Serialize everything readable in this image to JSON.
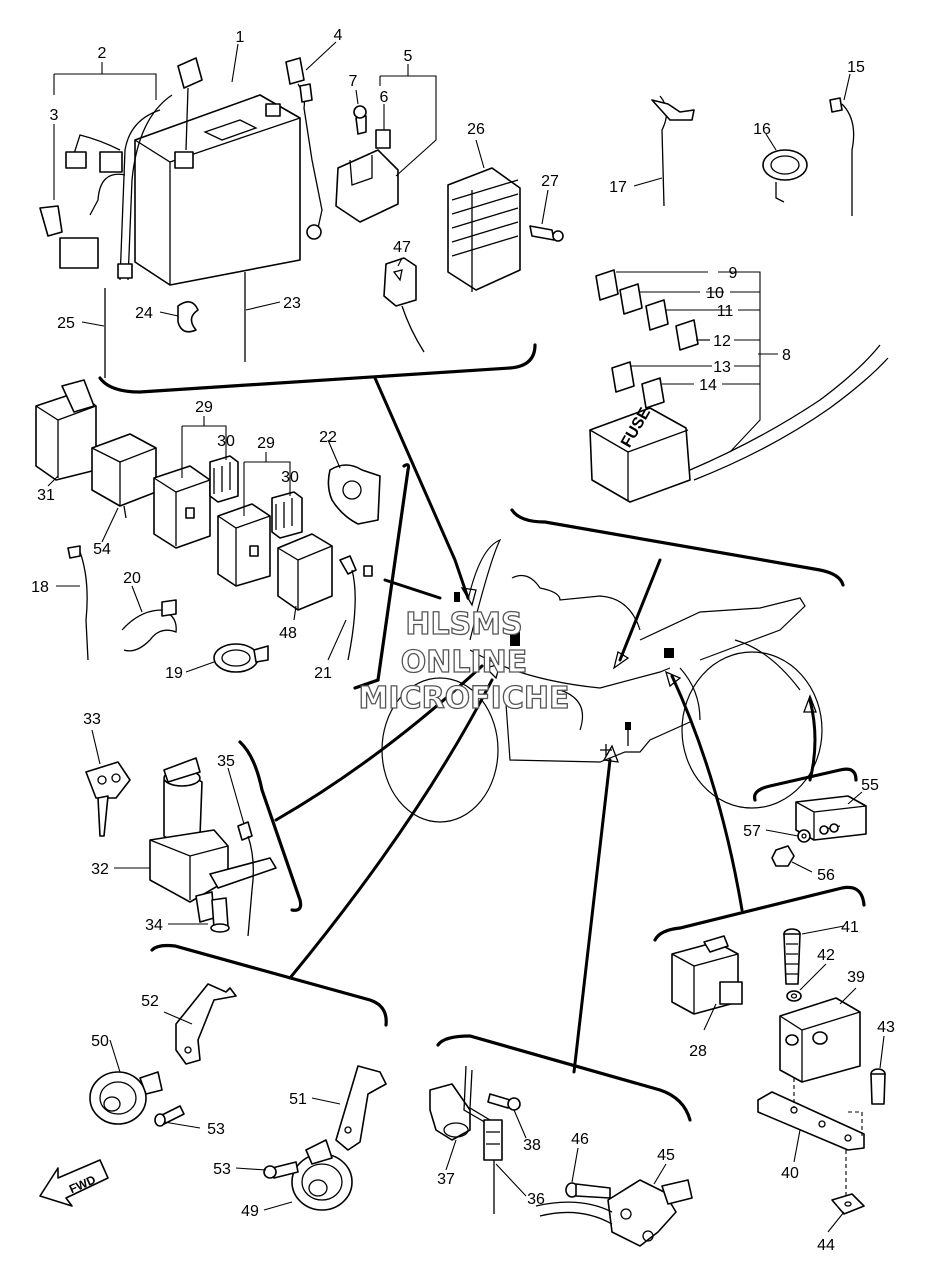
{
  "watermark": {
    "line1": "HLSMS",
    "line2": "ONLINE",
    "line3": "MICROFICHE"
  },
  "fuse_box_label": "FUSE",
  "fwd_label": "FWD",
  "callouts": {
    "p1": "1",
    "p2": "2",
    "p3": "3",
    "p4": "4",
    "p5": "5",
    "p6": "6",
    "p7": "7",
    "p8": "8",
    "p9": "9",
    "p10": "10",
    "p11": "11",
    "p12": "12",
    "p13": "13",
    "p14": "14",
    "p15": "15",
    "p16": "16",
    "p17": "17",
    "p18": "18",
    "p19": "19",
    "p20": "20",
    "p21": "21",
    "p22": "22",
    "p23": "23",
    "p24": "24",
    "p25": "25",
    "p26": "26",
    "p27": "27",
    "p28": "28",
    "p29a": "29",
    "p29b": "29",
    "p30a": "30",
    "p30b": "30",
    "p31": "31",
    "p32": "32",
    "p33": "33",
    "p34": "34",
    "p35": "35",
    "p36": "36",
    "p37": "37",
    "p38": "38",
    "p39": "39",
    "p40": "40",
    "p41": "41",
    "p42": "42",
    "p43": "43",
    "p44": "44",
    "p45": "45",
    "p46": "46",
    "p47": "47",
    "p48": "48",
    "p49": "49",
    "p50": "50",
    "p51": "51",
    "p52": "52",
    "p53a": "53",
    "p53b": "53",
    "p54": "54",
    "p55": "55",
    "p56": "56",
    "p57": "57"
  }
}
